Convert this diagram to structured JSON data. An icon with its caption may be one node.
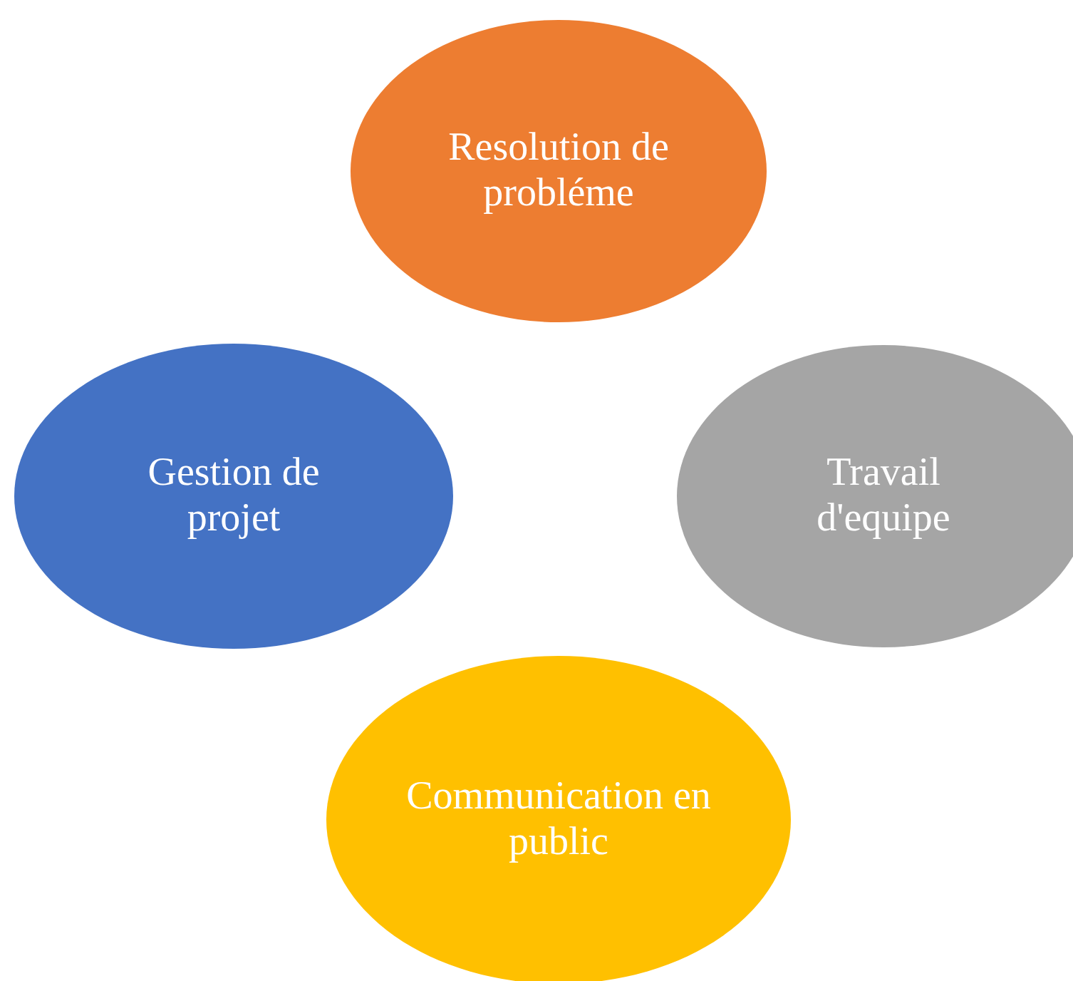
{
  "diagram": {
    "nodes": [
      {
        "text": [
          "Resolution de probléme"
        ]
      },
      {
        "text": [
          "Gestion de projet"
        ]
      },
      {
        "text": [
          "Travail d'equipe"
        ]
      },
      {
        "text": [
          "Communication en public"
        ]
      }
    ]
  }
}
